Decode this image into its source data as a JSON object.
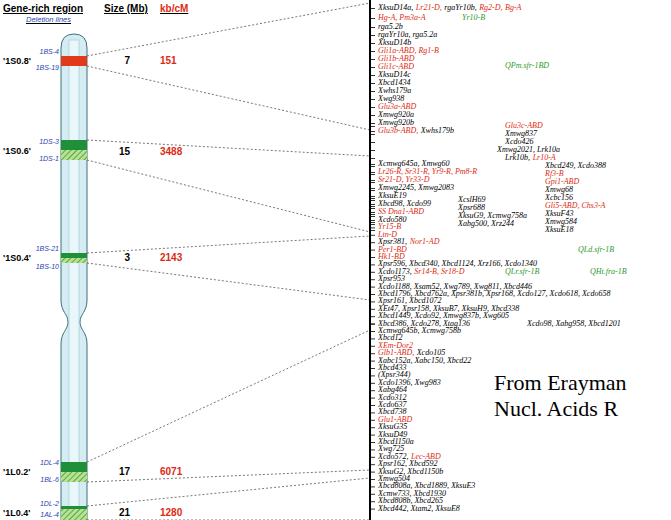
{
  "diagram": {
    "labels": [
      "Gene-rich region",
      "Deletion lines",
      "Size (Mb)",
      "kb/cM",
      "'1S0.8'",
      "1BS-4",
      "1BS-19",
      "7",
      "151",
      "'1S0.6'",
      "1DS-3",
      "1DS-1",
      "15",
      "3488",
      "'1S0.4'",
      "1BS-21",
      "1BS-10",
      "3",
      "2143",
      "'1L0.2'",
      "1DL-4",
      "1BL-6",
      "17",
      "6071",
      "'1L0.4'",
      "1DL-2",
      "1AL-4",
      "21",
      "1280",
      "XksuD14a,",
      "Lr21-D,",
      "rgaYr10b,",
      "Rg2-D,",
      "Bg-A",
      "Hg-A, Pm3a-A",
      "Yr10-B",
      "rga5.2b",
      "rgaYr10a, rga5.2a",
      "XksuD14b",
      "Gli1a-ABD, Rg1-B",
      "Gli1b-ABD",
      "Gli1c-ABD",
      "QPm.sfr-1BD",
      "XksuD14c",
      "Xbcd1434",
      "Xwhs179a",
      "Xwg938",
      "Glu3a-ABD",
      "Xmwg920a",
      "Xmwg920b",
      "Glu3b-ABD,",
      "Xwhs179b",
      "Glu3c-ABD",
      "Xmwg837",
      "Xcdo426",
      "Xmwg2021, Lrk10a",
      "Lrk10b,",
      "Lr10-A",
      "Xcmwg645a, Xmwg60",
      "Lr26-R, Sr31-R, Yr9-R, Pm8-R",
      "Sr21-D, Yr33-D",
      "Xmwg2245, Xmwg2083",
      "XksuE19",
      "Xbcd98, Xcdo99",
      "SS Dna1-ABD",
      "Xbcd249, Xcdo388",
      "Rf3-B",
      "Gpi1-ABD",
      "Xmwg68",
      "Xcbc156",
      "Gli5-ABD, Chs3-A",
      "XksuF43",
      "Xmwg584",
      "XksuE18",
      "XcslH69",
      "Xpsr688",
      "XksuG9, Xcmwg758a",
      "Xabg500, Xrz244",
      "Xcdo580",
      "Yr15-B",
      "Ltn-D",
      "Xpsr381,",
      "Nor1-AD",
      "Per1-BD",
      "Hk1-BD",
      "Xpsr596, Xbcd340, Xbcd1124, Xrz166, Xcdo1340",
      "Xcdo1173,",
      "Sr14-B, Sr18-D",
      "Xpsr953",
      "Xcdo1188, Xsam52, Xwg789, Xwg811, Xbcd446",
      "Xbcd1796, Xbcd762a, Xpsr381b, Xpsr168, Xcdo127, Xcdo618, Xcdo658",
      "Xpsr161, Xbcd1072",
      "XEt47, Xpsr158, XksuB7, XksuH9, Xbcd338",
      "Xbcd1449, Xcdo92, Xmwg837b, Xwg605",
      "Xbcd386, Xcdo278, Xtag136",
      "Xcmwg645b, Xcmwg758b",
      "Xbcd12",
      "XEm-Dor2",
      "Glb1-ABD,",
      "Xcdo105",
      "Xabc152a, Xabc150, Xbcd22",
      "Xbcd433",
      "(Xpsr344)",
      "Xcdo1396, Xwg983",
      "Xabg464",
      "Xcdo312",
      "Xcdo637",
      "Xbcd738",
      "Glu1-ABD",
      "XksuG35",
      "XksuD49",
      "Xbcd1150a",
      "Xwg725",
      "Xcdo572,",
      "Lec-ABD",
      "Xpsr162, Xbcd592",
      "XksuG2, Xbcd1150b",
      "Xmwg504",
      "Xbcd808a, Xbcd1889, XksuE3",
      "Xcmw733, Xbcd1930",
      "Xbcd808b, Xbcd265",
      "Xbcd442, Xtam2, XksuE8",
      "QLd.sfr-1B",
      "QLr.sfr-1B",
      "QHt.fra-1B",
      "Xcdo98, Xabg958, Xbcd1201",
      "From Erayman",
      "Nucl. Acids R"
    ]
  }
}
